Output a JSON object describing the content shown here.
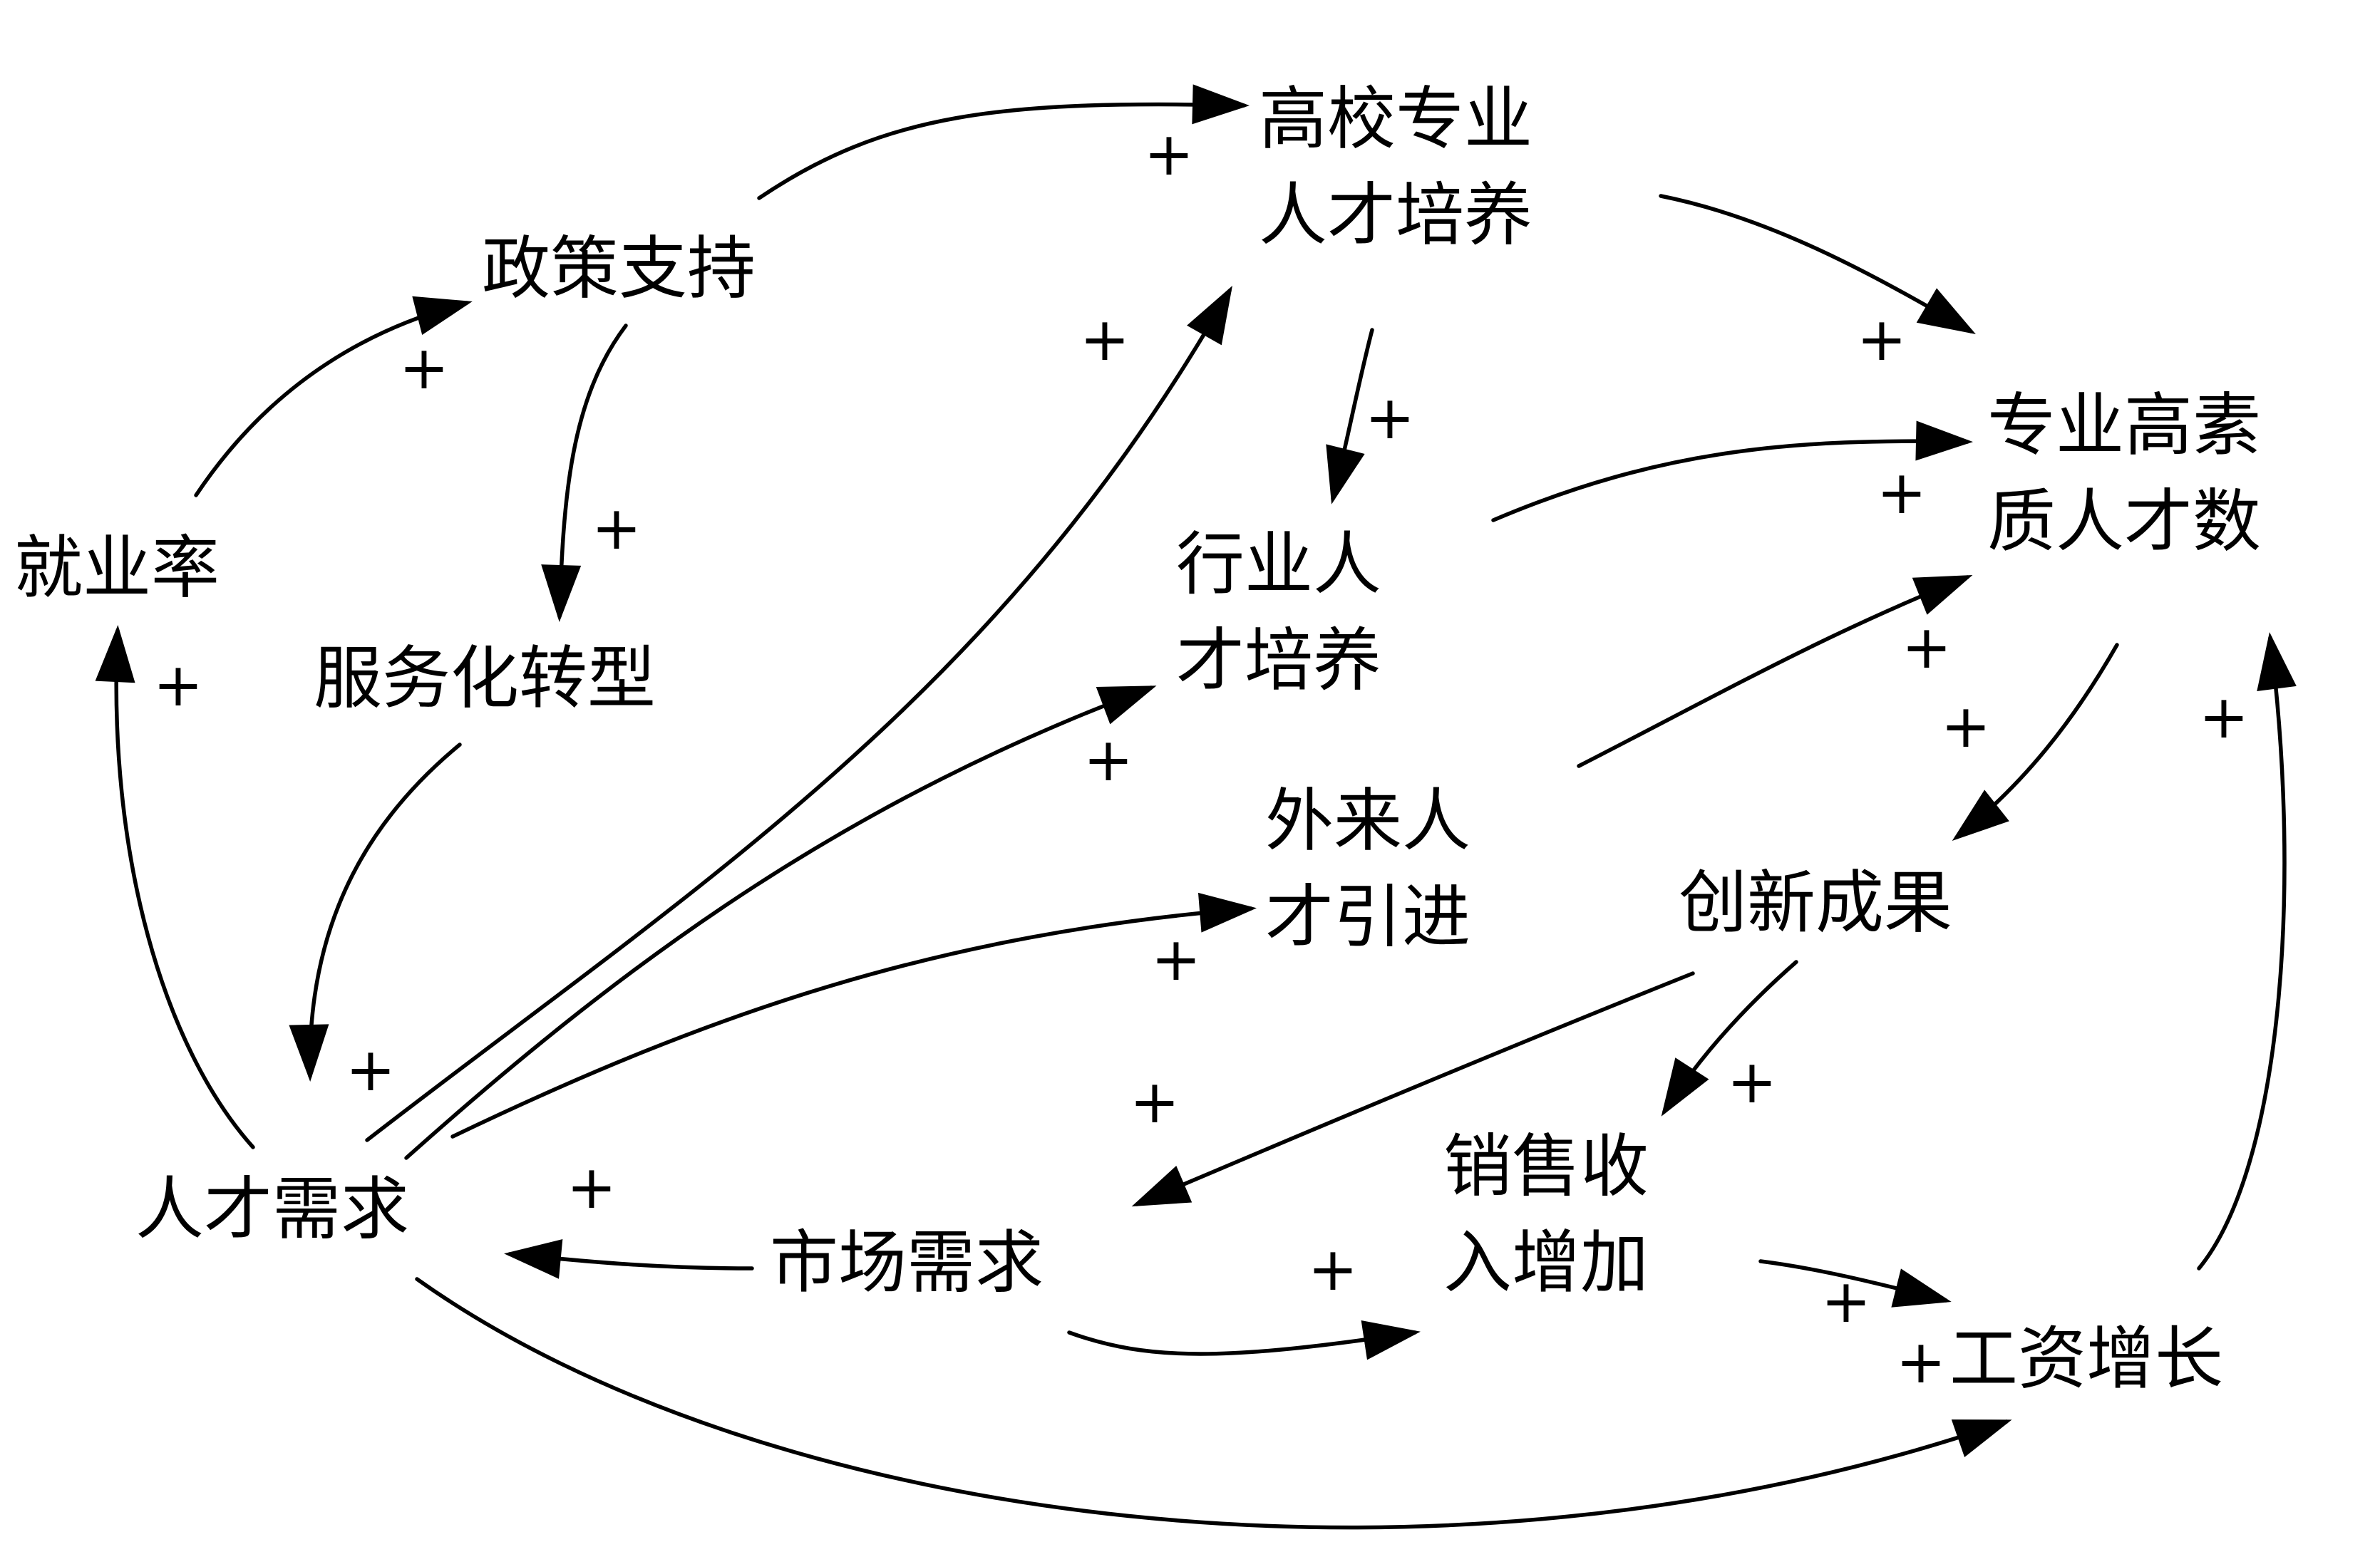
{
  "nodes": {
    "talent_demand": "人才需求",
    "employment_rate": "就业率",
    "policy_support": "政策支持",
    "service_transformation": "服务化转型",
    "university_training": [
      "高校专业",
      "人才培养"
    ],
    "industry_training": [
      "行业人",
      "才培养"
    ],
    "external_talent": [
      "外来人",
      "才引进"
    ],
    "high_quality_talent": [
      "专业高素",
      "质人才数"
    ],
    "innovation_results": "创新成果",
    "market_demand": "市场需求",
    "sales_increase": [
      "销售收",
      "入增加"
    ],
    "wage_growth": "工资增长"
  },
  "edges": [
    {
      "from": "talent_demand",
      "to": "employment_rate",
      "polarity": "+"
    },
    {
      "from": "employment_rate",
      "to": "policy_support",
      "polarity": "+"
    },
    {
      "from": "policy_support",
      "to": "university_training",
      "polarity": "+"
    },
    {
      "from": "policy_support",
      "to": "service_transformation",
      "polarity": "+"
    },
    {
      "from": "service_transformation",
      "to": "talent_demand",
      "polarity": "+"
    },
    {
      "from": "talent_demand",
      "to": "university_training",
      "polarity": "+"
    },
    {
      "from": "talent_demand",
      "to": "industry_training",
      "polarity": "+"
    },
    {
      "from": "talent_demand",
      "to": "external_talent",
      "polarity": "+"
    },
    {
      "from": "university_training",
      "to": "industry_training",
      "polarity": "+"
    },
    {
      "from": "university_training",
      "to": "high_quality_talent",
      "polarity": "+"
    },
    {
      "from": "industry_training",
      "to": "high_quality_talent",
      "polarity": "+"
    },
    {
      "from": "external_talent",
      "to": "high_quality_talent",
      "polarity": "+"
    },
    {
      "from": "high_quality_talent",
      "to": "innovation_results",
      "polarity": "+"
    },
    {
      "from": "innovation_results",
      "to": "market_demand",
      "polarity": "+"
    },
    {
      "from": "innovation_results",
      "to": "sales_increase",
      "polarity": "+"
    },
    {
      "from": "market_demand",
      "to": "talent_demand",
      "polarity": "+"
    },
    {
      "from": "market_demand",
      "to": "sales_increase",
      "polarity": "+"
    },
    {
      "from": "sales_increase",
      "to": "wage_growth",
      "polarity": "+"
    },
    {
      "from": "talent_demand",
      "to": "wage_growth",
      "polarity": "+"
    },
    {
      "from": "wage_growth",
      "to": "high_quality_talent",
      "polarity": "+"
    }
  ],
  "polarity_symbol": "+"
}
